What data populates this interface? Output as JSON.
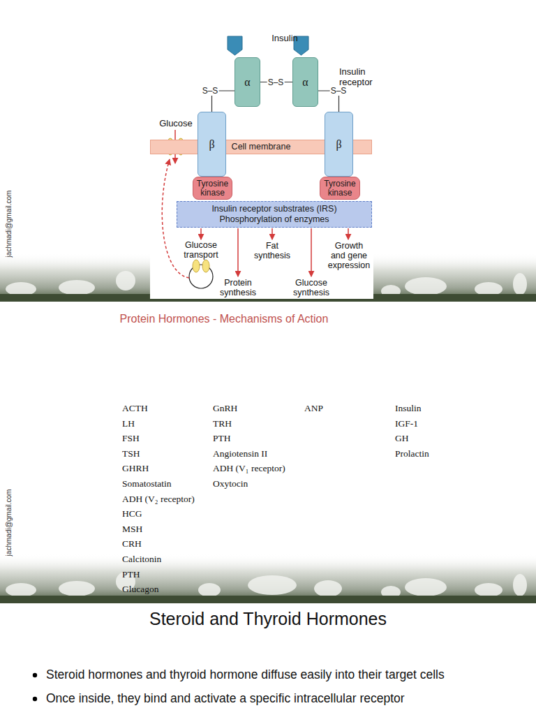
{
  "diagram": {
    "title": "Steroid and Thyroid Hormones",
    "caption": "Protein Hormones - Mechanisms of Action",
    "nodes": [
      {
        "text": [
          "α"
        ]
      },
      {
        "text": [
          "α"
        ]
      },
      {
        "text": [
          "β"
        ]
      },
      {
        "text": [
          "Cell membrane"
        ]
      },
      {
        "text": [
          "β"
        ]
      },
      {
        "text": [
          "Tyrosine kinase"
        ]
      },
      {
        "text": [
          "Tyrosine kinase"
        ]
      },
      {
        "text": [
          "Insulin receptor substrates (IRS)",
          "Phosphorylation of enzymes"
        ]
      }
    ],
    "edges": [
      {
        "from": 0,
        "to": 1,
        "label": "S–S",
        "arrow": "none"
      },
      {
        "from": 0,
        "to": 2,
        "label": "S–S",
        "arrow": "none"
      },
      {
        "from": 1,
        "to": 4,
        "label": "S–S",
        "arrow": "none"
      }
    ],
    "labels": [
      "Insulin",
      "Insulin receptor",
      "Glucose",
      "Glucose transport",
      "Fat synthesis",
      "Growth and gene expression",
      "Protein synthesis",
      "Glucose synthesis",
      "jachmadi@gmail.com",
      "ACTH",
      "LH",
      "FSH",
      "TSH",
      "GHRH",
      "Somatostatin",
      "ADH (V₂ receptor)",
      "HCG",
      "MSH",
      "CRH",
      "Calcitonin",
      "PTH",
      "Glucagon",
      "GnRH",
      "TRH",
      "PTH",
      "Angiotensin II",
      "ADH (V₁ receptor)",
      "Oxytocin",
      "ANP",
      "Insulin",
      "IGF-1",
      "GH",
      "Prolactin",
      "jachmadi@gmail.com",
      "Steroid hormones and thyroid hormone diffuse easily into their target cells",
      "Once inside, they bind and activate a specific intracellular receptor"
    ]
  }
}
